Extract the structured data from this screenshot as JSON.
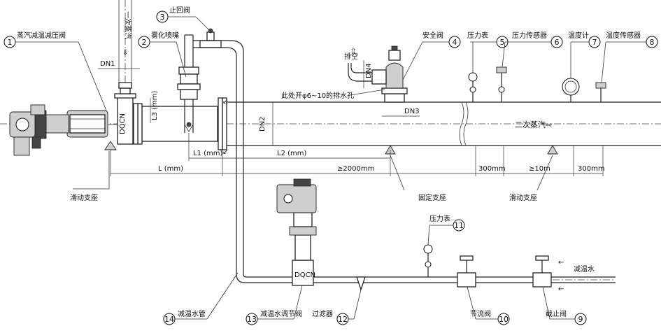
{
  "components": [
    {
      "no": "1",
      "name": "蒸汽减温减压阀"
    },
    {
      "no": "2",
      "name": "雾化喷嘴"
    },
    {
      "no": "3",
      "name": "止回阀"
    },
    {
      "no": "4",
      "name": "安全阀"
    },
    {
      "no": "5",
      "name": "压力表"
    },
    {
      "no": "6",
      "name": "压力传感器"
    },
    {
      "no": "7",
      "name": "温度计"
    },
    {
      "no": "8",
      "name": "温度传感器"
    },
    {
      "no": "9",
      "name": "截止阀"
    },
    {
      "no": "10",
      "name": "节流阀"
    },
    {
      "no": "11",
      "name": "压力表"
    },
    {
      "no": "12",
      "name": "过滤器"
    },
    {
      "no": "13",
      "name": "减温水调节阀"
    },
    {
      "no": "14",
      "name": "减温水管"
    }
  ],
  "labels": {
    "primary_steam": "一次蒸汽",
    "secondary_steam": "二次蒸汽⇨",
    "desuperheating_water": "减温水",
    "vent": "排空",
    "drain_note": "此处开φ6~10的排水孔",
    "sliding_support_left": "滑动支座",
    "sliding_support_right": "滑动支座",
    "fixed_support": "固定支座",
    "valve_body_mark": "DQCN",
    "valve_body_mark_2": "DQCN"
  },
  "dimensions": {
    "dn1": "DN1",
    "dn2": "DN2",
    "dn3": "DN3",
    "dn4": "DN4",
    "l": "L (mm)",
    "l1": "L1 (mm)",
    "l2": "L2 (mm)",
    "l3": "L3 (mm)",
    "ge2000": "≥2000mm",
    "d300a": "300mm",
    "ge10m": "≥10m",
    "d300b": "300mm"
  }
}
